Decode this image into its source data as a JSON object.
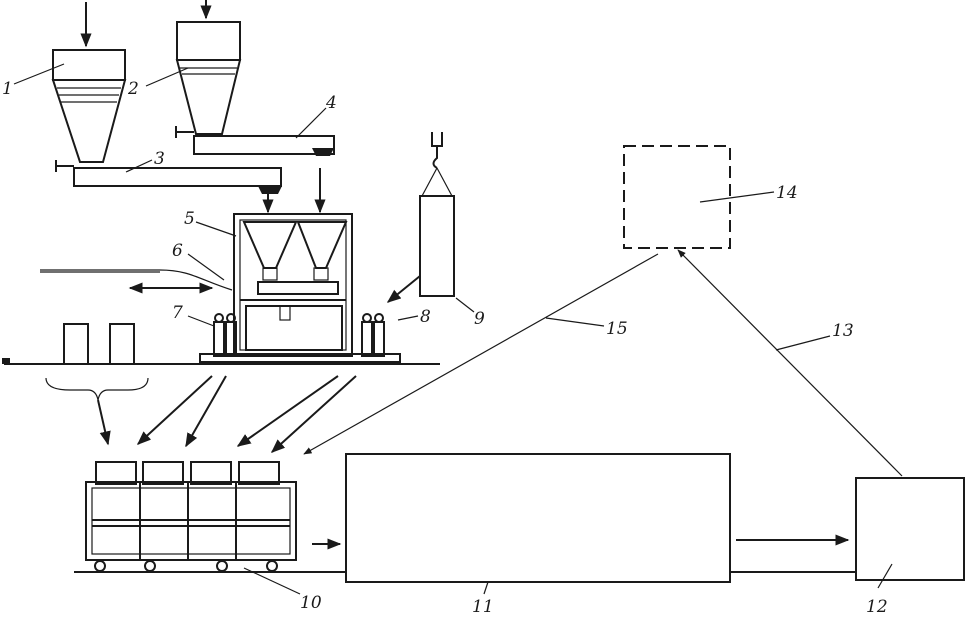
{
  "diagram": {
    "labels": {
      "l1": "1",
      "l2": "2",
      "l3": "3",
      "l4": "4",
      "l5": "5",
      "l6": "6",
      "l7": "7",
      "l8": "8",
      "l9": "9",
      "l10": "10",
      "l11": "11",
      "l12": "12",
      "l13": "13",
      "l14": "14",
      "l15": "15"
    }
  }
}
